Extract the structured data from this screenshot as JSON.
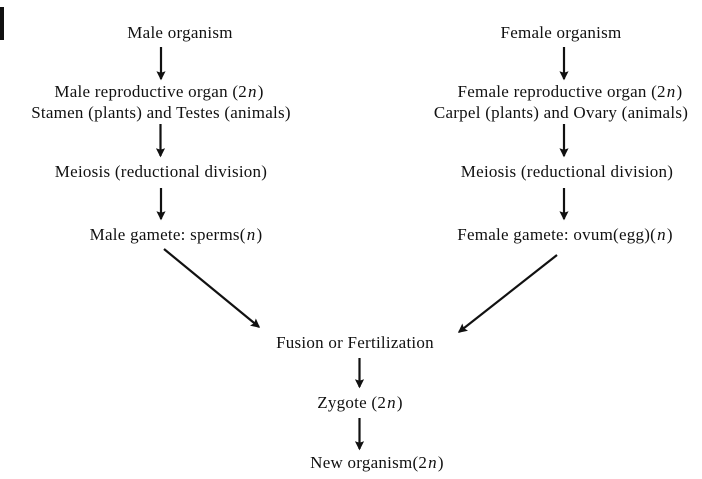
{
  "colors": {
    "ink": "#111111",
    "background": "#ffffff"
  },
  "diagram": {
    "left_column": {
      "organism": {
        "pre": "Male organism",
        "it": "",
        "post": ""
      },
      "organ_line1": {
        "pre": "Male reproductive organ (2",
        "it": "n",
        "post": ")"
      },
      "organ_line2": {
        "pre": "Stamen (plants) and Testes (animals)",
        "it": "",
        "post": ""
      },
      "meiosis": {
        "pre": "Meiosis (reductional division)",
        "it": "",
        "post": ""
      },
      "gamete": {
        "pre": "Male gamete: sperms(",
        "it": "n",
        "post": ")"
      }
    },
    "right_column": {
      "organism": {
        "pre": "Female organism",
        "it": "",
        "post": ""
      },
      "organ_line1": {
        "pre": "Female reproductive organ (2",
        "it": "n",
        "post": ")"
      },
      "organ_line2": {
        "pre": "Carpel (plants) and Ovary (animals)",
        "it": "",
        "post": ""
      },
      "meiosis": {
        "pre": "Meiosis (reductional division)",
        "it": "",
        "post": ""
      },
      "gamete": {
        "pre": "Female gamete: ovum(egg)(",
        "it": "n",
        "post": ")"
      }
    },
    "center": {
      "fusion": {
        "pre": "Fusion or Fertilization",
        "it": "",
        "post": ""
      },
      "zygote": {
        "pre": "Zygote (2",
        "it": "n",
        "post": ")"
      },
      "new_organism": {
        "pre": "New organism(2",
        "it": "n",
        "post": ")"
      }
    }
  }
}
